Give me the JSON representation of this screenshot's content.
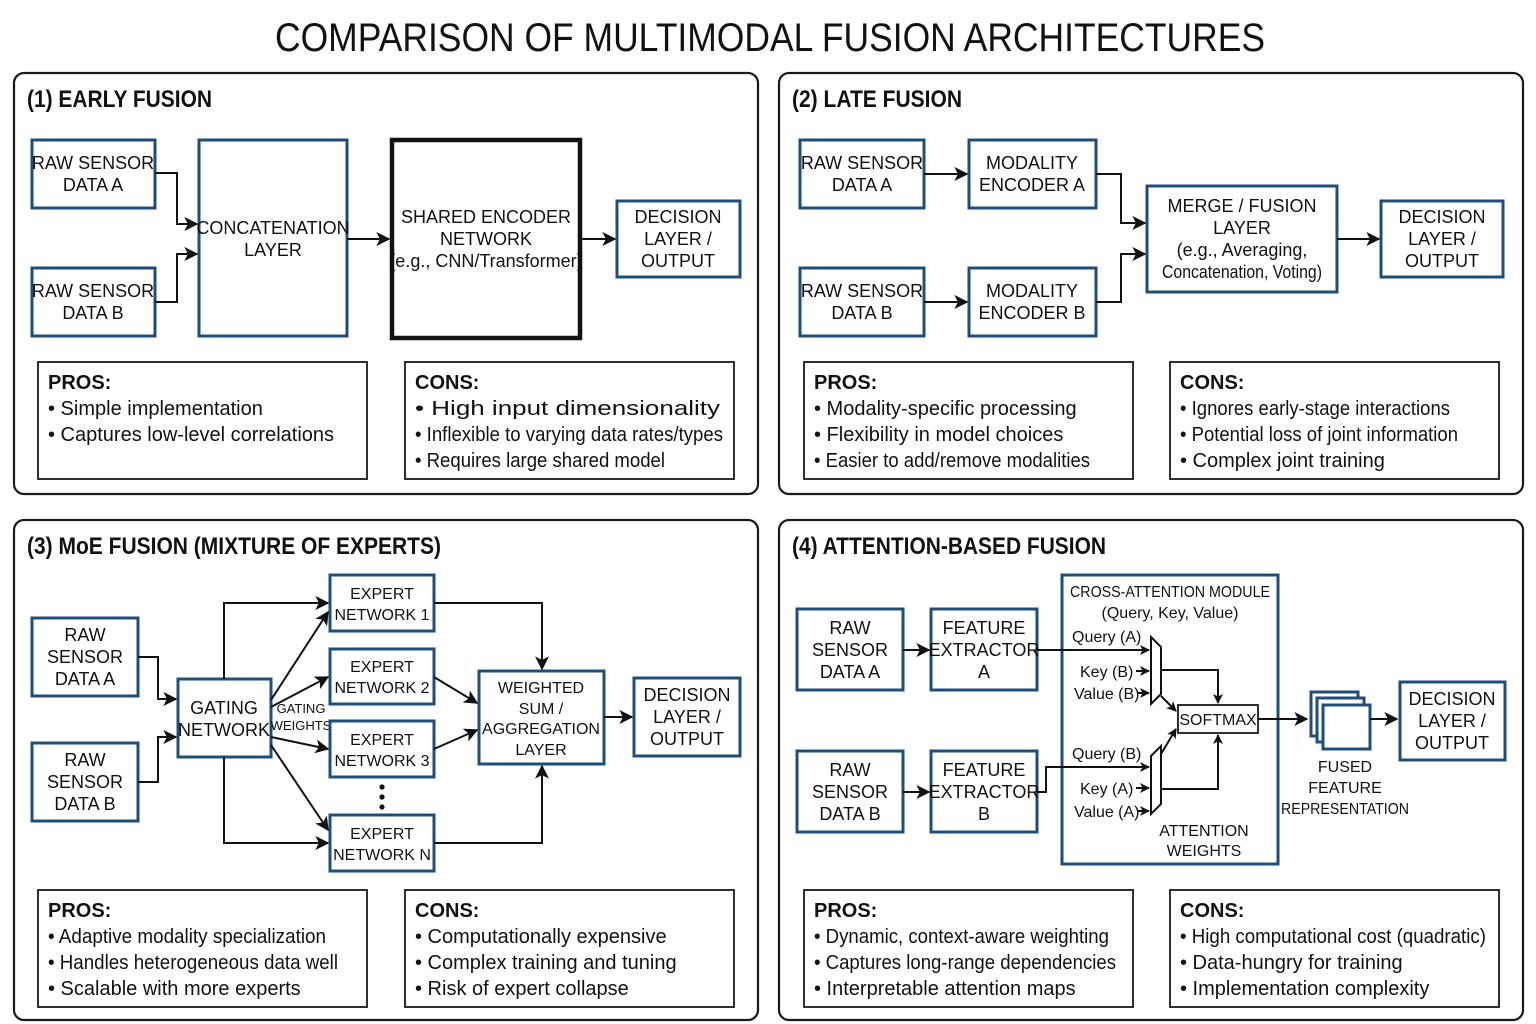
{
  "title": "COMPARISON OF MULTIMODAL FUSION ARCHITECTURES",
  "colors": {
    "node_border": "#1f4e79",
    "panel_border": "#1a1a1a",
    "text": "#111111",
    "background": "#ffffff"
  },
  "early": {
    "title": "(1) EARLY FUSION",
    "raw_a": [
      "RAW SENSOR",
      "DATA A"
    ],
    "raw_b": [
      "RAW SENSOR",
      "DATA B"
    ],
    "concat": [
      "CONCATENATION",
      "LAYER"
    ],
    "encoder": [
      "SHARED ENCODER",
      "NETWORK",
      "(e.g., CNN/Transformer)"
    ],
    "decision": [
      "DECISION",
      "LAYER /",
      "OUTPUT"
    ],
    "pros": {
      "heading": "PROS:",
      "items": [
        "• Simple implementation",
        "• Captures low-level correlations"
      ]
    },
    "cons": {
      "heading": "CONS:",
      "items": [
        "• High input dimensionality",
        "• Inflexible to varying data rates/types",
        "• Requires large shared model"
      ]
    }
  },
  "late": {
    "title": "(2) LATE FUSION",
    "raw_a": [
      "RAW SENSOR",
      "DATA A"
    ],
    "raw_b": [
      "RAW SENSOR",
      "DATA B"
    ],
    "enc_a": [
      "MODALITY",
      "ENCODER A"
    ],
    "enc_b": [
      "MODALITY",
      "ENCODER B"
    ],
    "merge": [
      "MERGE / FUSION",
      "LAYER",
      "(e.g., Averaging,",
      "Concatenation, Voting)"
    ],
    "decision": [
      "DECISION",
      "LAYER /",
      "OUTPUT"
    ],
    "pros": {
      "heading": "PROS:",
      "items": [
        "• Modality-specific processing",
        "• Flexibility in model choices",
        "• Easier to add/remove modalities"
      ]
    },
    "cons": {
      "heading": "CONS:",
      "items": [
        "• Ignores early-stage interactions",
        "• Potential loss of joint information",
        "• Complex joint training"
      ]
    }
  },
  "moe": {
    "title": "(3) MoE FUSION (MIXTURE OF EXPERTS)",
    "raw_a": [
      "RAW",
      "SENSOR",
      "DATA A"
    ],
    "raw_b": [
      "RAW",
      "SENSOR",
      "DATA B"
    ],
    "gating": [
      "GATING",
      "NETWORK"
    ],
    "gating_weights": [
      "GATING",
      "WEIGHTS"
    ],
    "experts": [
      [
        "EXPERT",
        "NETWORK 1"
      ],
      [
        "EXPERT",
        "NETWORK 2"
      ],
      [
        "EXPERT",
        "NETWORK 3"
      ],
      [
        "EXPERT",
        "NETWORK N"
      ]
    ],
    "aggregation": [
      "WEIGHTED",
      "SUM /",
      "AGGREGATION",
      "LAYER"
    ],
    "decision": [
      "DECISION",
      "LAYER /",
      "OUTPUT"
    ],
    "pros": {
      "heading": "PROS:",
      "items": [
        "• Adaptive modality specialization",
        "• Handles heterogeneous data well",
        "• Scalable with more experts"
      ]
    },
    "cons": {
      "heading": "CONS:",
      "items": [
        "• Computationally expensive",
        "• Complex training and tuning",
        "• Risk of expert collapse"
      ]
    }
  },
  "attention": {
    "title": "(4) ATTENTION-BASED FUSION",
    "raw_a": [
      "RAW",
      "SENSOR",
      "DATA A"
    ],
    "raw_b": [
      "RAW",
      "SENSOR",
      "DATA B"
    ],
    "feat_a": [
      "FEATURE",
      "EXTRACTOR",
      "A"
    ],
    "feat_b": [
      "FEATURE",
      "EXTRACTOR",
      "B"
    ],
    "module": [
      "CROSS-ATTENTION MODULE",
      "(Query, Key, Value)"
    ],
    "q_a": "Query (A)",
    "k_b": "Key (B)",
    "v_b": "Value (B)",
    "q_b": "Query (B)",
    "k_a": "Key (A)",
    "v_a": "Value (A)",
    "softmax": "SOFTMAX",
    "attn_weights": [
      "ATTENTION",
      "WEIGHTS"
    ],
    "fused": [
      "FUSED",
      "FEATURE",
      "REPRESENTATION"
    ],
    "decision": [
      "DECISION",
      "LAYER /",
      "OUTPUT"
    ],
    "pros": {
      "heading": "PROS:",
      "items": [
        "• Dynamic, context-aware weighting",
        "• Captures long-range dependencies",
        "• Interpretable attention maps"
      ]
    },
    "cons": {
      "heading": "CONS:",
      "items": [
        "• High computational cost (quadratic)",
        "• Data-hungry for training",
        "• Implementation complexity"
      ]
    }
  }
}
